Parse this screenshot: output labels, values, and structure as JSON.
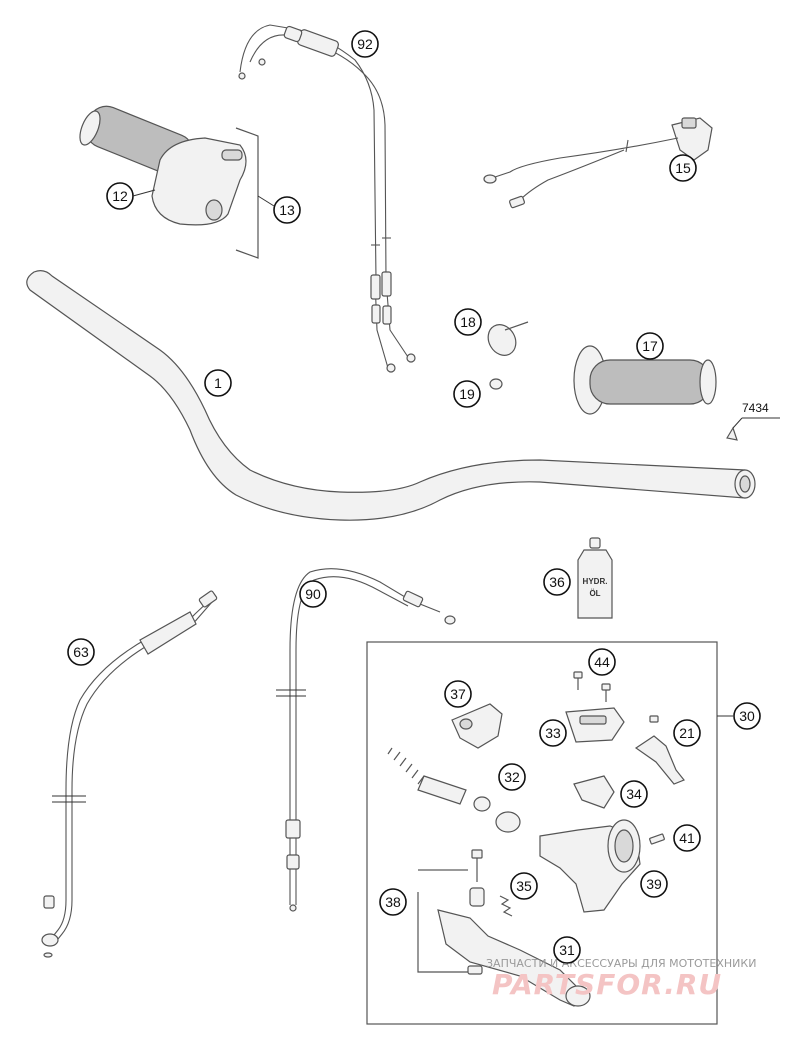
{
  "callouts": {
    "p1": "1",
    "p12": "12",
    "p13": "13",
    "p15": "15",
    "p17": "17",
    "p18": "18",
    "p19": "19",
    "p21": "21",
    "p30": "30",
    "p31": "31",
    "p32": "32",
    "p33": "33",
    "p34": "34",
    "p35": "35",
    "p36": "36",
    "p37": "37",
    "p38": "38",
    "p39": "39",
    "p41": "41",
    "p44": "44",
    "p63": "63",
    "p90": "90",
    "p92": "92",
    "ref7434": "7434"
  },
  "oil_bottle": {
    "line1": "HYDR.",
    "line2": "ÖL"
  },
  "watermark": {
    "tagline": "ЗАПЧАСТИ И АКСЕССУАРЫ ДЛЯ МОТОТЕХНИКИ",
    "brand": "PARTSFOR.RU"
  }
}
